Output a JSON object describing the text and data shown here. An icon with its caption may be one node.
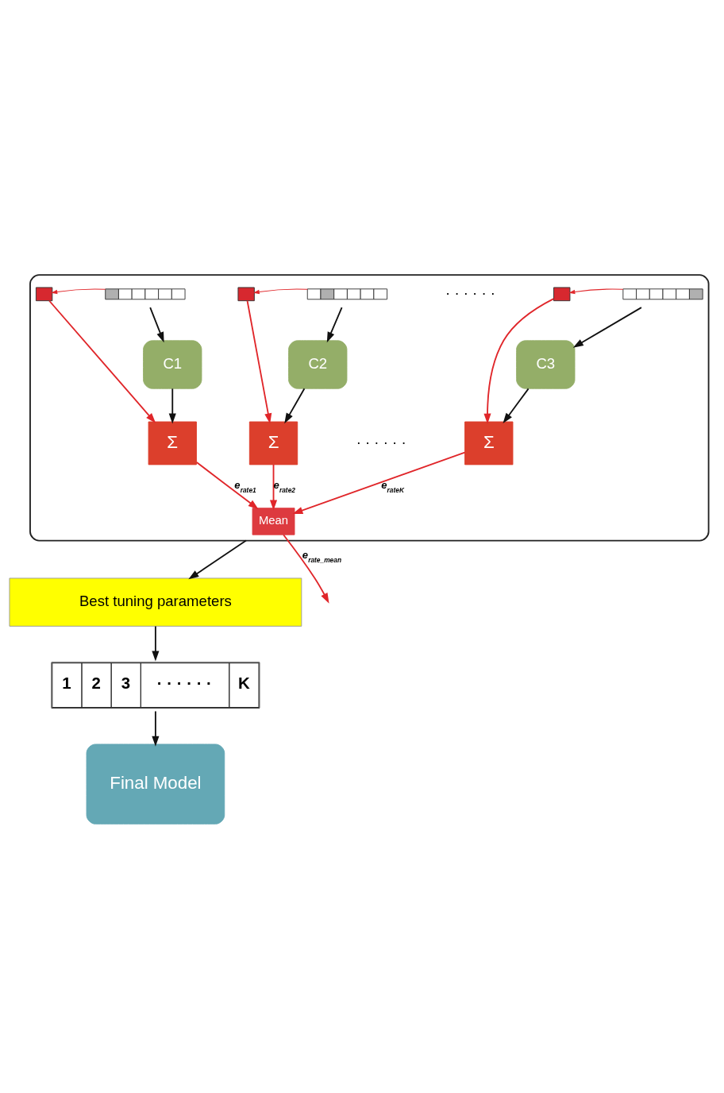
{
  "diagram": {
    "nodes": [
      {
        "text": [],
        "shape": "box"
      },
      {
        "text": [],
        "shape": "box",
        "in": 0
      },
      {
        "text": [],
        "shape": "bar",
        "in": 0
      },
      {
        "text": [
          "C1"
        ],
        "in": 0
      },
      {
        "text": [
          "Σ"
        ],
        "in": 0
      },
      {
        "text": [],
        "shape": "box",
        "in": 0
      },
      {
        "text": [],
        "shape": "bar",
        "in": 0
      },
      {
        "text": [
          "C2"
        ],
        "in": 0
      },
      {
        "text": [
          "Σ"
        ],
        "in": 0
      },
      {
        "text": [],
        "shape": "box",
        "in": 0
      },
      {
        "text": [],
        "shape": "bar",
        "in": 0
      },
      {
        "text": [
          "C3"
        ],
        "in": 0
      },
      {
        "text": [
          "Σ"
        ],
        "in": 0
      },
      {
        "text": [
          "Mean"
        ],
        "in": 0
      },
      {
        "text": [
          "Best tuning parameters"
        ]
      },
      {
        "text": [
          "1",
          "2",
          "3",
          "· · · · · ·",
          "K"
        ]
      },
      {
        "text": [
          "Final Model"
        ]
      }
    ],
    "edges": [
      {
        "from": 2,
        "to": 1,
        "arrow": "to",
        "color": "#e0262a"
      },
      {
        "from": 2,
        "to": 3,
        "arrow": "to",
        "color": "#111111"
      },
      {
        "from": 1,
        "to": 4,
        "arrow": "to",
        "color": "#e0262a"
      },
      {
        "from": 3,
        "to": 4,
        "arrow": "to",
        "color": "#111111"
      },
      {
        "from": 6,
        "to": 5,
        "arrow": "to",
        "color": "#e0262a"
      },
      {
        "from": 6,
        "to": 7,
        "arrow": "to",
        "color": "#111111"
      },
      {
        "from": 5,
        "to": 8,
        "arrow": "to",
        "color": "#e0262a"
      },
      {
        "from": 7,
        "to": 8,
        "arrow": "to",
        "color": "#111111"
      },
      {
        "from": 10,
        "to": 9,
        "arrow": "to",
        "color": "#e0262a"
      },
      {
        "from": 10,
        "to": 11,
        "arrow": "to",
        "color": "#111111"
      },
      {
        "from": 9,
        "to": 12,
        "arrow": "to",
        "color": "#e0262a"
      },
      {
        "from": 11,
        "to": 12,
        "arrow": "to",
        "color": "#111111"
      },
      {
        "from": 4,
        "to": 13,
        "arrow": "to",
        "label": "e$_{rate1}$",
        "color": "#e0262a"
      },
      {
        "from": 8,
        "to": 13,
        "arrow": "to",
        "label": "e$_{rate2}$",
        "color": "#e0262a"
      },
      {
        "from": 12,
        "to": 13,
        "arrow": "to",
        "label": "e$_{rateK}$",
        "color": "#e0262a"
      },
      {
        "from": 13,
        "to": null,
        "arrow": "to",
        "label": "e$_{rate_mean}$",
        "color": "#e0262a"
      },
      {
        "from": 0,
        "to": 14,
        "arrow": "to",
        "color": "#111111"
      },
      {
        "from": 14,
        "to": 15,
        "arrow": "to",
        "color": "#111111"
      },
      {
        "from": 15,
        "to": 16,
        "arrow": "to",
        "color": "#111111"
      }
    ],
    "labels": [
      "· · · · · ·",
      "· · · · · ·"
    ]
  }
}
